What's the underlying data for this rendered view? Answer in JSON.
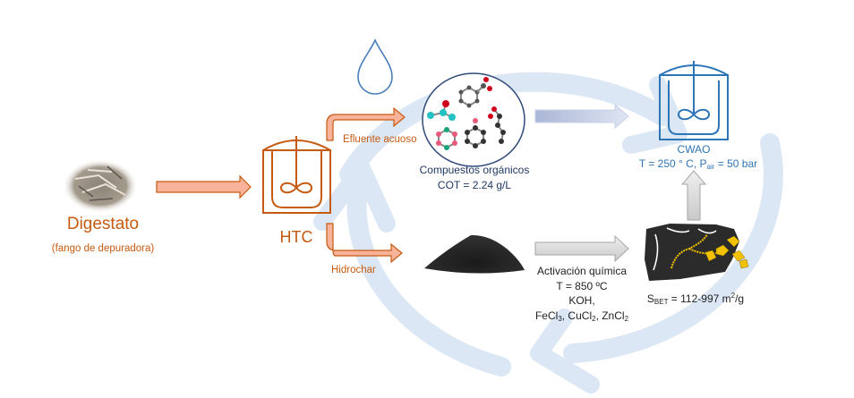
{
  "colors": {
    "orange": "#c55a11",
    "arrow_orange_fill": "#f8b39a",
    "arrow_orange_stroke": "#c55a11",
    "navy_text": "#1f3864",
    "blue_reactor": "#2e75b6",
    "cycle_blue": "#dbe7f4",
    "gray_arrow": "#d9d9d9",
    "charcoal": "#2b2b2b",
    "gold": "#f2c200"
  },
  "digestato": {
    "title": "Digestato",
    "subtitle": "(fango de depuradora)",
    "icon": "sludge-image"
  },
  "htc": {
    "label": "HTC",
    "icon": "stirred-reactor-icon",
    "effluent_label": "Efluente acuoso",
    "hydrochar_label": "Hidrochar"
  },
  "compounds": {
    "title": "Compuestos orgánicos",
    "cot": "COT = 2.24 g/L",
    "icon": "molecules-icon",
    "drop_icon": "water-drop-icon"
  },
  "cwao": {
    "label": "CWAO",
    "conditions_prefix": "T = 250 ° C, P",
    "conditions_sub": "air",
    "conditions_suffix": " = 50 bar",
    "icon": "stirred-reactor-icon"
  },
  "activation": {
    "line1": "Activación química",
    "line2": "T = 850 ºC",
    "line3": "KOH,",
    "line4_parts": [
      "FeCl",
      "3",
      ", CuCl",
      "2",
      ", ZnCl",
      "2"
    ]
  },
  "catalyst": {
    "sbet_symbol": "S",
    "sbet_sub": "BET",
    "sbet_value": " = 112-997 m",
    "sbet_sup": "2",
    "sbet_unit": "/g",
    "icon": "porous-carbon-icon"
  }
}
